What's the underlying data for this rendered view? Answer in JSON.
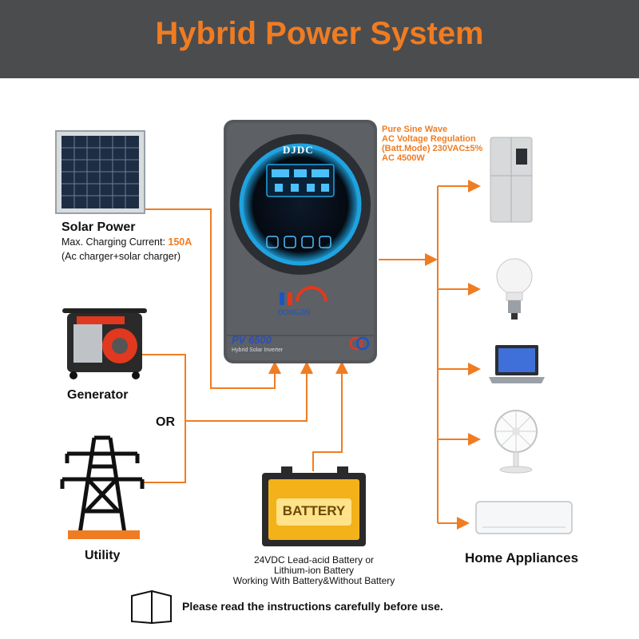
{
  "title": "Hybrid Power System",
  "colors": {
    "accent": "#f07c22",
    "header_bg": "#4b4c4e",
    "inverter_body": "#55575b",
    "screen_glow": "#1fa3e0",
    "battery_yellow": "#f3b21a"
  },
  "inverter": {
    "brand": "DJDC",
    "model": "PV 6500",
    "subtitle": "Hybrid Solar Inverter",
    "logo_text": "DONGJIN"
  },
  "inverter_specs": [
    "Pure Sine Wave",
    "AC Voltage Regulation",
    "(Batt.Mode) 230VAC±5%",
    "AC 4500W"
  ],
  "solar": {
    "title": "Solar Power",
    "charging_label": "Max. Charging Current:",
    "charging_value": "150A",
    "note": "(Ac charger+solar charger)"
  },
  "generator": {
    "label": "Generator"
  },
  "or_label": "OR",
  "utility": {
    "label": "Utility"
  },
  "battery": {
    "label": "BATTERY",
    "lines": [
      "24VDC Lead-acid Battery or",
      "Lithium-ion Battery",
      "Working With Battery&Without Battery"
    ]
  },
  "appliances": {
    "label": "Home Appliances",
    "items": [
      "refrigerator-icon",
      "light-bulb-icon",
      "laptop-icon",
      "fan-icon",
      "air-conditioner-icon"
    ]
  },
  "footer": {
    "note": "Please read the instructions carefully before use.",
    "icon": "book-icon"
  }
}
